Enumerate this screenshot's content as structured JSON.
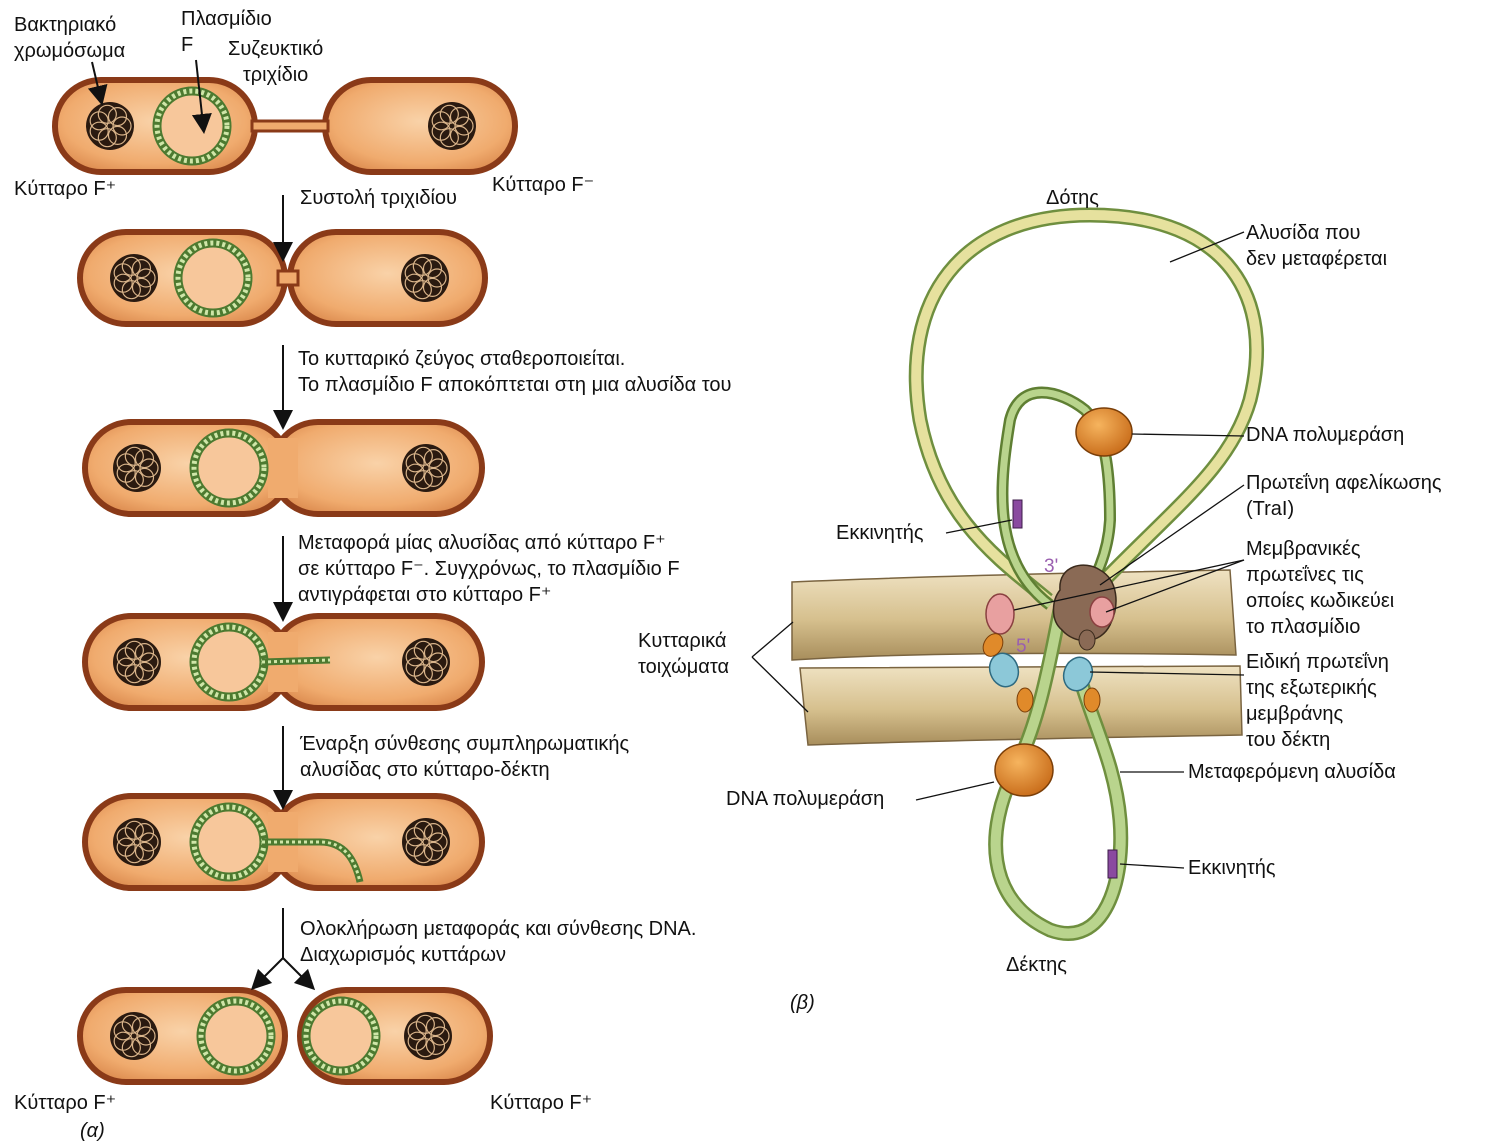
{
  "panel_a": {
    "labels": {
      "bacterial_chromosome": [
        "Βακτηριακό",
        "χρωμόσωμα"
      ],
      "plasmid_f": [
        "Πλασμίδιο",
        "F"
      ],
      "conjugative_pilus": [
        "Συζευκτικό",
        "τριχίδιο"
      ],
      "cell_fplus": "Κύτταρο F⁺",
      "cell_fminus": "Κύτταρο F⁻",
      "bottom_left": "Κύτταρο F⁺",
      "bottom_right": "Κύτταρο F⁺",
      "panel_tag": "(α)"
    },
    "steps": [
      {
        "lines": [
          "Συστολή τριχιδίου"
        ]
      },
      {
        "lines": [
          "Το κυτταρικό ζεύγος σταθεροποιείται.",
          "Το πλασμίδιο F αποκόπτεται στη μια αλυσίδα του"
        ]
      },
      {
        "lines": [
          "Μεταφορά μίας αλυσίδας από κύτταρο F⁺",
          "σε κύτταρο F⁻. Συγχρόνως, το πλασμίδιο F",
          "αντιγράφεται στο κύτταρο F⁺"
        ]
      },
      {
        "lines": [
          "Έναρξη σύνθεσης συμπληρωματικής",
          "αλυσίδας στο κύτταρο-δέκτη"
        ]
      },
      {
        "lines": [
          "Ολοκλήρωση μεταφοράς και σύνθεσης DNA.",
          "Διαχωρισμός κυττάρων"
        ]
      }
    ]
  },
  "panel_b": {
    "donor": "Δότης",
    "recipient": "Δέκτης",
    "non_transferred_strand": [
      "Αλυσίδα που",
      "δεν μεταφέρεται"
    ],
    "dna_polymerase_top": "DNA πολυμεράση",
    "unwinding_protein": [
      "Πρωτεΐνη αφελίκωσης",
      "(TraI)"
    ],
    "membrane_proteins": [
      "Μεμβρανικές",
      "πρωτεΐνες τις",
      "οποίες κωδικεύει",
      "το πλασμίδιο"
    ],
    "outer_membrane_protein": [
      "Ειδική πρωτεΐνη",
      "της εξωτερικής",
      "μεμβράνης",
      "του δέκτη"
    ],
    "transferred_strand": "Μεταφερόμενη αλυσίδα",
    "primer_right": "Εκκινητής",
    "primer_left": "Εκκινητής",
    "dna_polymerase_bottom": "DNA πολυμεράση",
    "cell_walls": [
      "Κυτταρικά",
      "τοιχώματα"
    ],
    "end_3": "3'",
    "end_5": "5'",
    "panel_tag": "(β)"
  },
  "colors": {
    "cell_fill": "#f0b47a",
    "cell_outline": "#8a3a18",
    "plasmid_green": "#6f9a4a",
    "strand_green": "#b6d08a",
    "strand_yellow": "#e8e0a0",
    "wall": "#d8c59a",
    "polymerase": "#e08a2a",
    "trai": "#8a6a55",
    "membrane_pink": "#e8a0a0",
    "outer_blue": "#8cc8d8",
    "primer": "#8a4aa0"
  }
}
